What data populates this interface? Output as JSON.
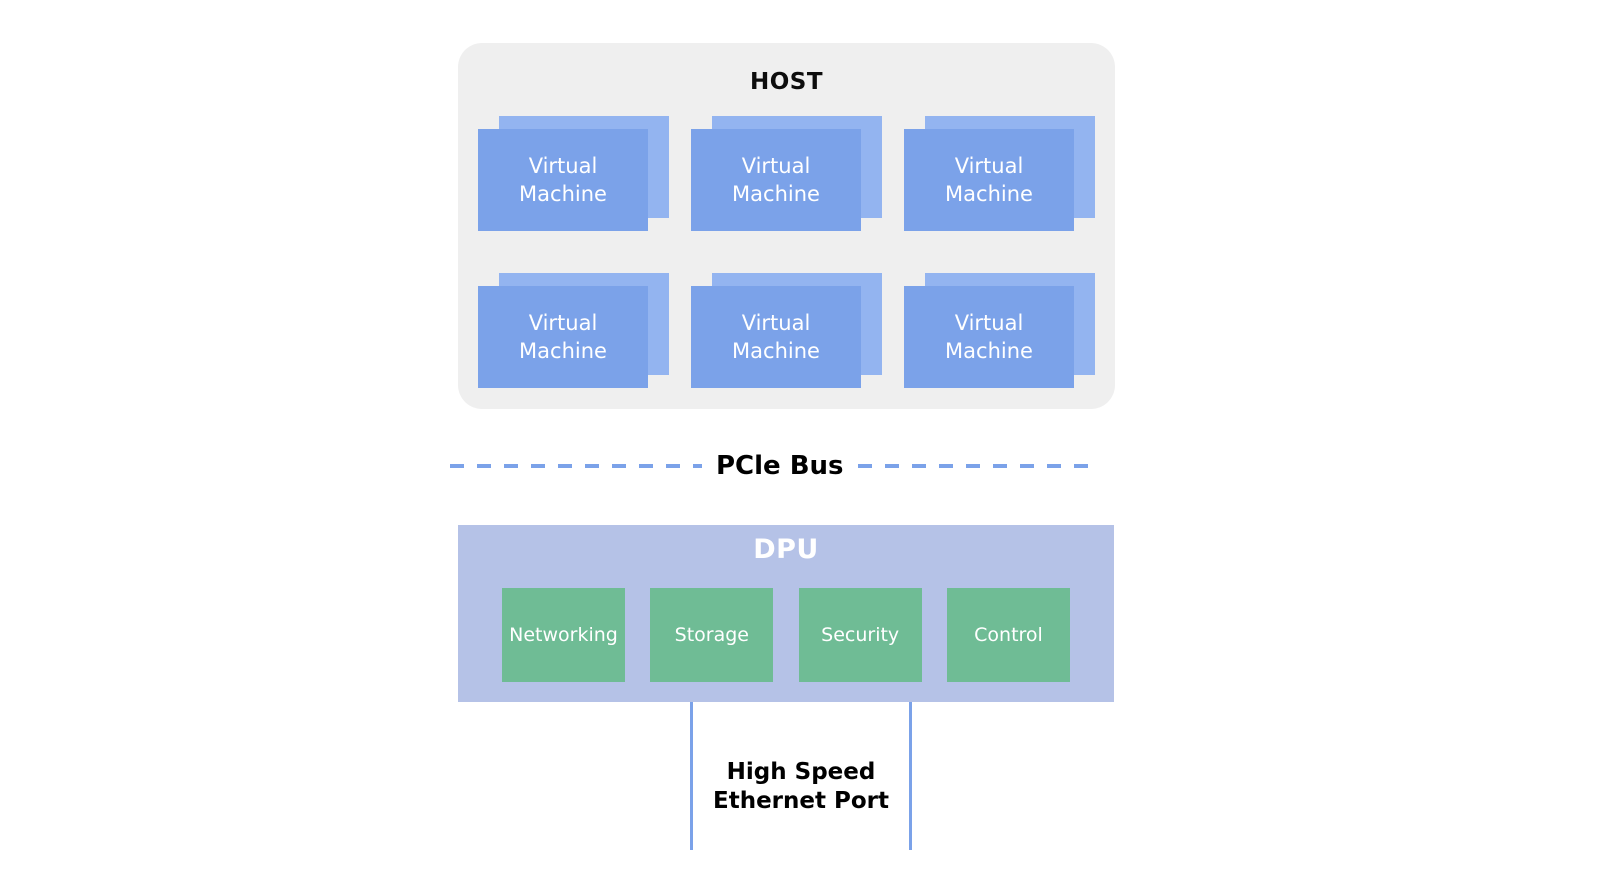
{
  "host": {
    "title": "HOST",
    "vms": [
      {
        "label": "Virtual Machine"
      },
      {
        "label": "Virtual Machine"
      },
      {
        "label": "Virtual Machine"
      },
      {
        "label": "Virtual Machine"
      },
      {
        "label": "Virtual Machine"
      },
      {
        "label": "Virtual Machine"
      }
    ]
  },
  "pcie": {
    "label": "PCle Bus"
  },
  "dpu": {
    "title": "DPU",
    "modules": [
      {
        "label": "Networking"
      },
      {
        "label": "Storage"
      },
      {
        "label": "Security"
      },
      {
        "label": "Control"
      }
    ]
  },
  "ethernet": {
    "label": "High Speed Ethernet Port"
  },
  "colors": {
    "host_bg": "#efefef",
    "vm_main": "#7ba2e9",
    "vm_shadow": "#93b4f0",
    "pcie_dash": "#7ba2e9",
    "dpu_bg": "#b5c2e7",
    "module_bg": "#6fbc95",
    "port_line": "#7ba2e9"
  }
}
